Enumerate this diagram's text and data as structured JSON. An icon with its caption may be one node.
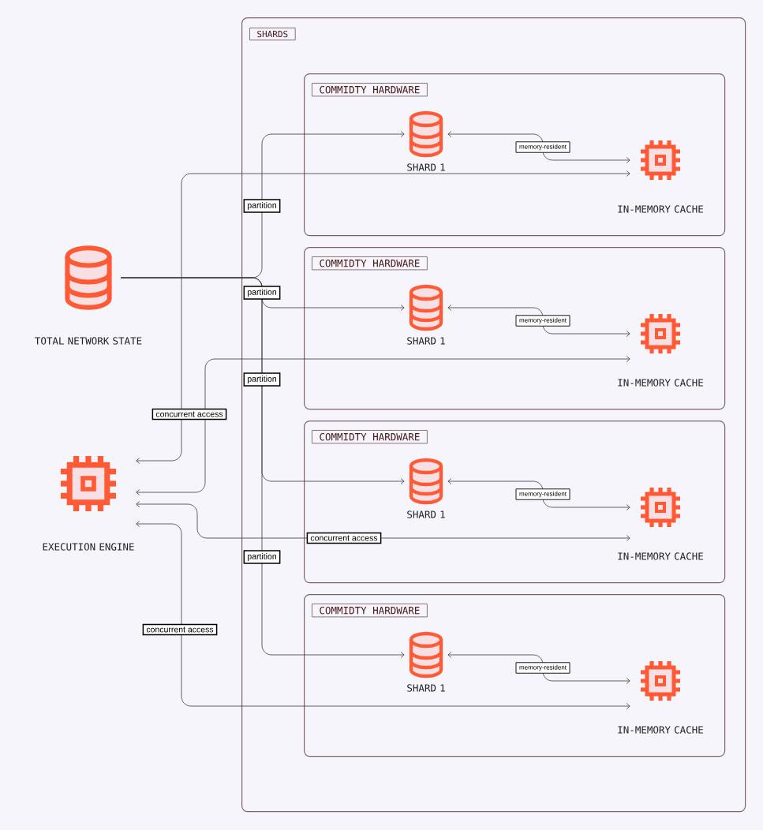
{
  "diagram": {
    "nodes": [
      {
        "text": [
          "TOTAL NETWORK STATE"
        ]
      },
      {
        "text": [
          "EXECUTION ENGINE"
        ]
      },
      {
        "text": [
          "SHARDS"
        ]
      },
      {
        "text": [
          "COMMIDTY HARDWARE"
        ],
        "in": 2
      },
      {
        "text": [
          "SHARD 1"
        ],
        "in": 3
      },
      {
        "text": [
          "IN-MEMORY CACHE"
        ],
        "in": 3
      },
      {
        "text": [
          "COMMIDTY HARDWARE"
        ],
        "in": 2
      },
      {
        "text": [
          "SHARD 1"
        ],
        "in": 6
      },
      {
        "text": [
          "IN-MEMORY CACHE"
        ],
        "in": 6
      },
      {
        "text": [
          "COMMIDTY HARDWARE"
        ],
        "in": 2
      },
      {
        "text": [
          "SHARD 1"
        ],
        "in": 9
      },
      {
        "text": [
          "IN-MEMORY CACHE"
        ],
        "in": 9
      },
      {
        "text": [
          "COMMIDTY HARDWARE"
        ],
        "in": 2
      },
      {
        "text": [
          "SHARD 1"
        ],
        "in": 12
      },
      {
        "text": [
          "IN-MEMORY CACHE"
        ],
        "in": 12
      }
    ],
    "edges": [
      {
        "from": 0,
        "to": 4,
        "arrow": "to",
        "label": "partition"
      },
      {
        "from": 0,
        "to": 7,
        "arrow": "to",
        "label": "partition"
      },
      {
        "from": 0,
        "to": 10,
        "arrow": "to",
        "label": "partition"
      },
      {
        "from": 0,
        "to": 13,
        "arrow": "to",
        "label": "partition"
      },
      {
        "from": 4,
        "to": 5,
        "arrow": "both",
        "label": "memory-resident"
      },
      {
        "from": 7,
        "to": 8,
        "arrow": "both",
        "label": "memory-resident"
      },
      {
        "from": 10,
        "to": 11,
        "arrow": "both",
        "label": "memory-resident"
      },
      {
        "from": 13,
        "to": 14,
        "arrow": "both",
        "label": "memory-resident"
      },
      {
        "from": 5,
        "to": 1,
        "arrow": "both",
        "label": "concurrent access"
      },
      {
        "from": 8,
        "to": 1,
        "arrow": "both"
      },
      {
        "from": 11,
        "to": 1,
        "arrow": "both",
        "label": "concurrent access"
      },
      {
        "from": 14,
        "to": 1,
        "arrow": "both",
        "label": "concurrent access"
      }
    ]
  }
}
